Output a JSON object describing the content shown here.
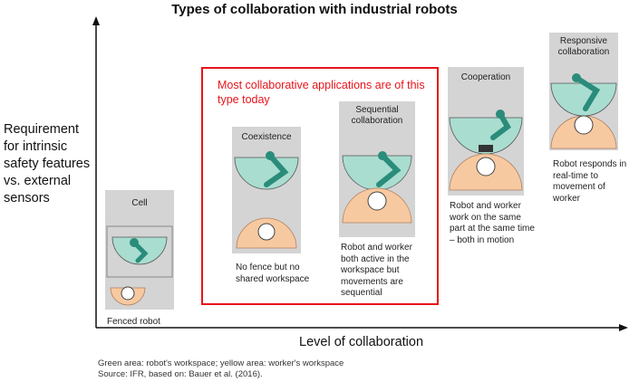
{
  "title": "Types of collaboration with industrial robots",
  "y_axis_label": "Requirement for intrinsic safety features vs. external sensors",
  "x_axis_label": "Level of collaboration",
  "highlight_text": "Most collaborative applications are of this type today",
  "stages": [
    {
      "name": "Cell",
      "description": "Fenced robot"
    },
    {
      "name": "Coexistence",
      "description": "No fence but no shared workspace"
    },
    {
      "name": "Sequential collaboration",
      "description": "Robot and worker both active in the workspace but movements are sequential"
    },
    {
      "name": "Cooperation",
      "description": "Robot and worker work on the same part at the same time – both in motion"
    },
    {
      "name": "Responsive collaboration",
      "description": "Robot responds in real-time to movement of worker"
    }
  ],
  "footnote_areas": "Green area: robot's workspace; yellow area: worker's workspace",
  "footnote_source": "Source: IFR, based on: Bauer et al. (2016).",
  "colors": {
    "robot_area": "#a9ddd0",
    "worker_area": "#f7c9a0",
    "robot_arm": "#2a8c7a",
    "highlight": "#e8141b",
    "panel": "#d4d4d4"
  }
}
